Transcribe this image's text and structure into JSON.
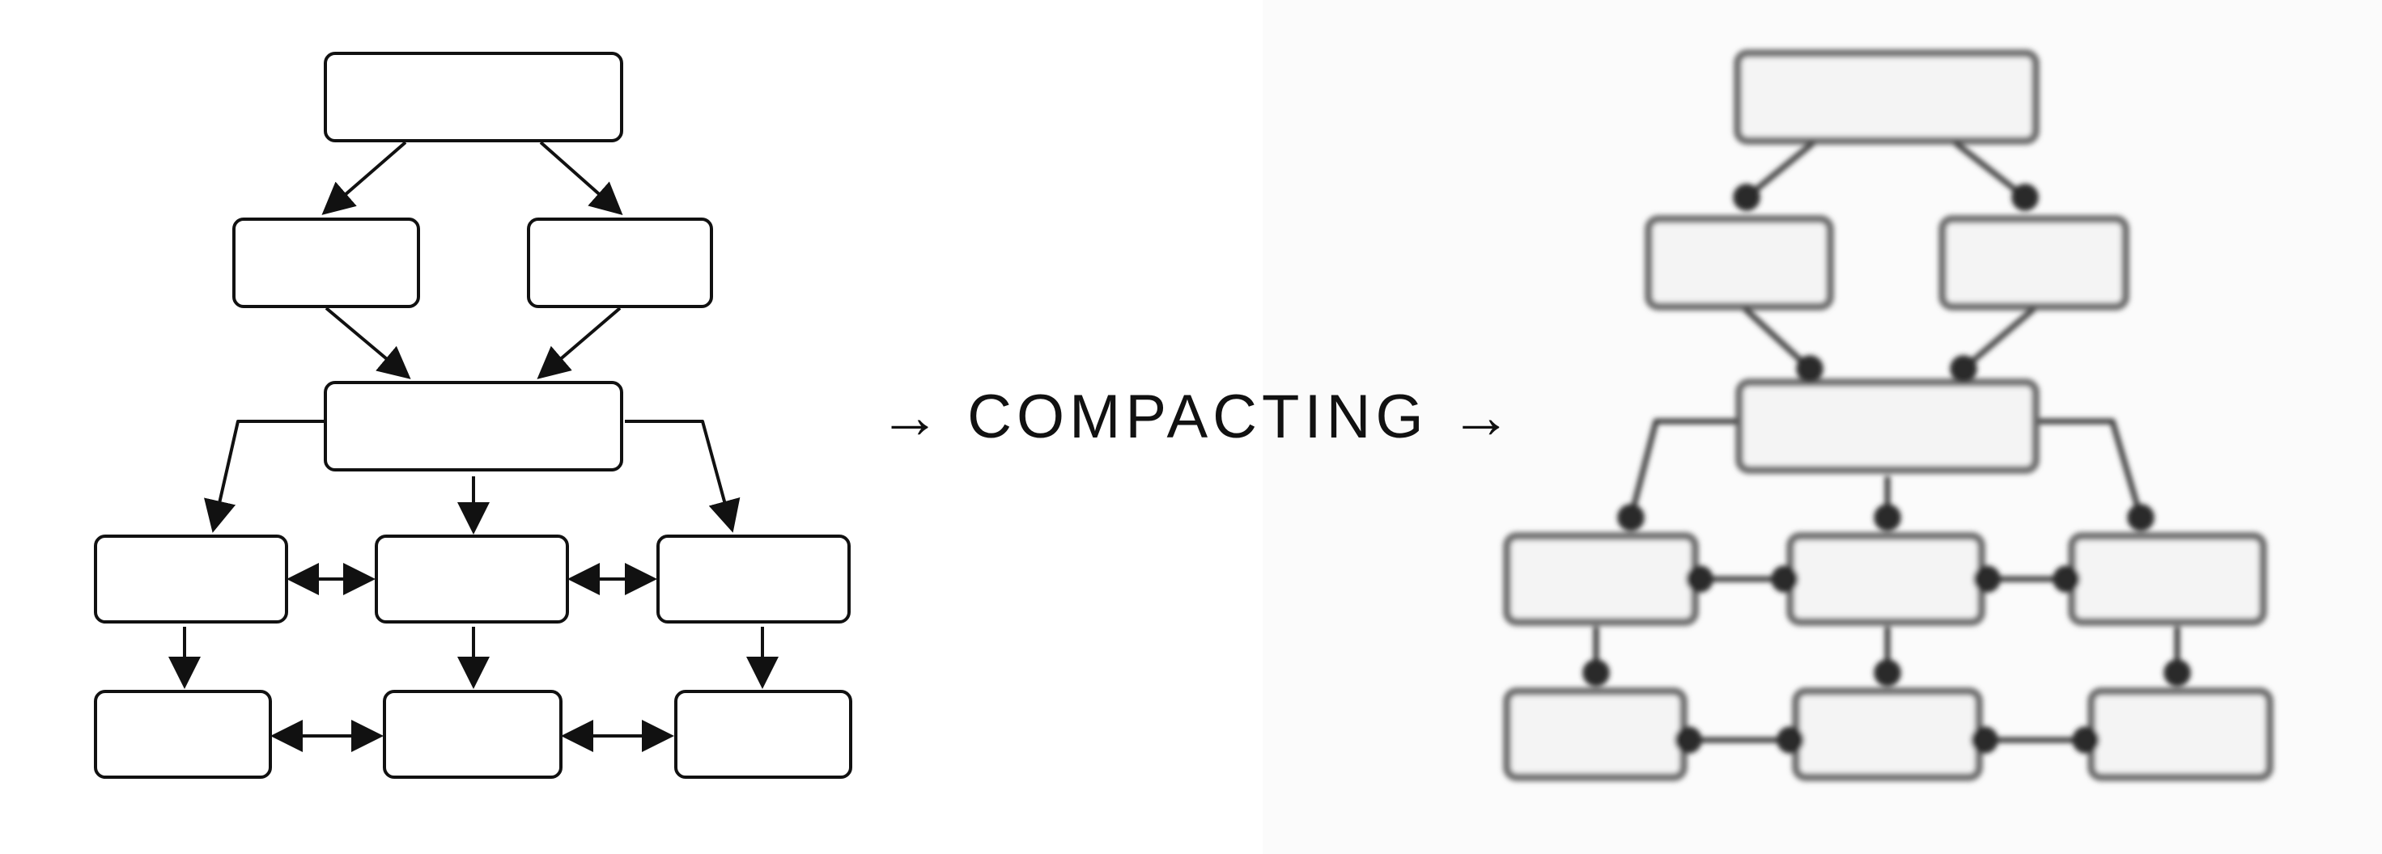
{
  "transition_label": "→ COMPACTING →",
  "diagrams": [
    {
      "name": "original-flowchart",
      "style": "crisp",
      "stroke_color": "#111111",
      "box_fill": "#ffffff",
      "box_count": 10,
      "arrow_count": 14
    },
    {
      "name": "compacted-flowchart",
      "style": "blurred",
      "stroke_color": "#6e6e6e",
      "box_fill": "#f4f4f4",
      "box_count": 10,
      "arrow_count": 14
    }
  ]
}
